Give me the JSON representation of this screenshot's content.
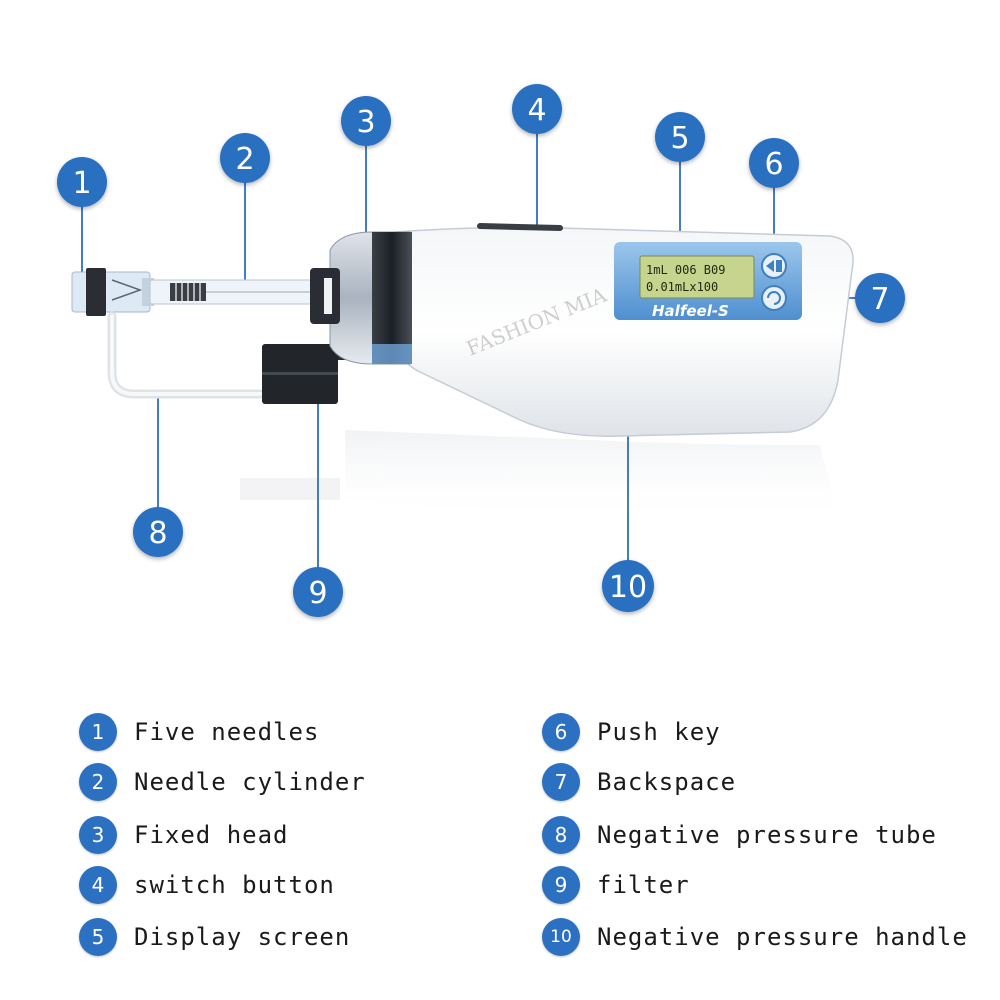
{
  "device": {
    "display_line1": "1mL    006  B09",
    "display_line2": "0.01mLx100",
    "brand": "Halfeel-S",
    "watermark": "FASHION MIA"
  },
  "callouts": [
    "1",
    "2",
    "3",
    "4",
    "5",
    "6",
    "7",
    "8",
    "9",
    "10"
  ],
  "legend": [
    {
      "num": "1",
      "label": "Five needles"
    },
    {
      "num": "2",
      "label": "Needle cylinder"
    },
    {
      "num": "3",
      "label": "Fixed head"
    },
    {
      "num": "4",
      "label": "switch button"
    },
    {
      "num": "5",
      "label": "Display screen"
    },
    {
      "num": "6",
      "label": "Push key"
    },
    {
      "num": "7",
      "label": "Backspace"
    },
    {
      "num": "8",
      "label": "Negative pressure tube"
    },
    {
      "num": "9",
      "label": "filter"
    },
    {
      "num": "10",
      "label": "Negative pressure handle"
    }
  ],
  "colors": {
    "badge": "#2c70c1",
    "line": "#2c70c1"
  }
}
